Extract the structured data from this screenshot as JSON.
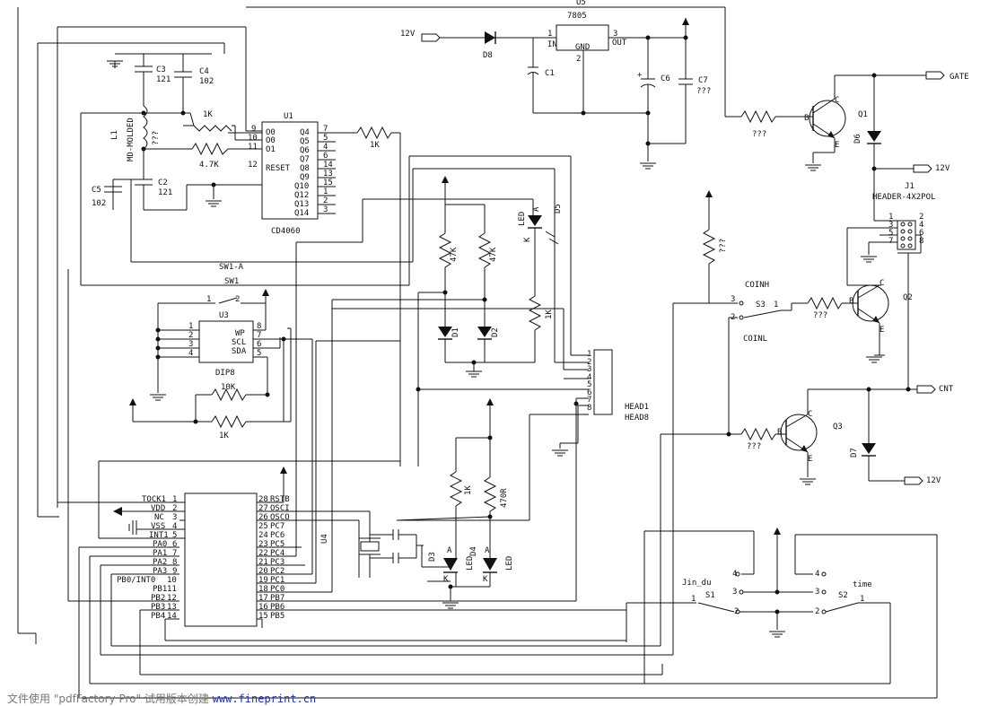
{
  "supply": {
    "v12_in": "12V",
    "reg_title": "7805",
    "reg_ref": "U5",
    "reg_in": "IN",
    "reg_gnd": "GND",
    "reg_out": "OUT",
    "reg_pin1": "1",
    "reg_pin2": "2",
    "reg_pin3": "3",
    "d8": "D8",
    "c1": "C1",
    "c6": "C6",
    "c7": "C7",
    "c7_val": "???"
  },
  "osc": {
    "c3": "C3",
    "c3_val": "121",
    "c4": "C4",
    "c4_val": "102",
    "c2": "C2",
    "c2_val": "121",
    "c5": "C5",
    "c5_val": "102",
    "l1": "L1",
    "l1_type": "MD-MOLDED",
    "l1_val": "???",
    "r1k": "1K",
    "r47k": "4.7K"
  },
  "u1": {
    "ref": "U1",
    "part": "CD4060",
    "pins_left": [
      "O0",
      "O0",
      "O1",
      "RESET"
    ],
    "pins_left_num": [
      "9",
      "10",
      "11",
      "12"
    ],
    "pins_right": [
      "Q4",
      "Q5",
      "Q6",
      "Q7",
      "Q8",
      "Q9",
      "Q10",
      "Q12",
      "Q13",
      "Q14"
    ],
    "pins_right_num": [
      "7",
      "5",
      "4",
      "6",
      "14",
      "13",
      "15",
      "1",
      "2",
      "3"
    ],
    "r_out": "1K"
  },
  "switches_labels": {
    "sw1a": "SW1-A",
    "sw1": "SW1"
  },
  "u3": {
    "ref": "U3",
    "part": "DIP8",
    "pins_left_num": [
      "1",
      "2",
      "3",
      "4"
    ],
    "pins_right": [
      "WP",
      "SCL",
      "SDA"
    ],
    "pins_right_num": [
      "8",
      "7",
      "6",
      "5"
    ],
    "sw_1": "1",
    "sw_2": "2",
    "r10k": "10K",
    "r1k": "1K"
  },
  "leds": {
    "d5": "D5",
    "led": "LED",
    "k": "K",
    "a": "A",
    "r47k_a": "47K",
    "r47k_b": "47K",
    "r1k": "1K",
    "d1": "D1",
    "d2": "D2"
  },
  "header": {
    "ref": "HEAD1",
    "part": "HEAD8",
    "pins": [
      "1",
      "2",
      "3",
      "4",
      "5",
      "6",
      "7",
      "8"
    ]
  },
  "j1": {
    "ref": "J1",
    "part": "HEADER-4X2POL",
    "pins_left": [
      "1",
      "3",
      "5",
      "7"
    ],
    "pins_right": [
      "2",
      "4",
      "6",
      "8"
    ]
  },
  "q1": {
    "ref": "Q1",
    "c": "C",
    "b": "B",
    "e": "E",
    "r": "???",
    "d6": "D6",
    "gate": "GATE",
    "v12": "12V"
  },
  "q2": {
    "ref": "Q2",
    "c": "C",
    "b": "B",
    "e": "E",
    "r": "???",
    "rpull": "???",
    "s3": "S3",
    "coinh": "COINH",
    "coinl": "COINL",
    "p1": "1",
    "p2": "2",
    "p3": "3"
  },
  "q3": {
    "ref": "Q3",
    "c": "C",
    "b": "B",
    "e": "E",
    "r": "???",
    "d7": "D7",
    "cnt": "CNT",
    "v12": "12V"
  },
  "u4": {
    "ref": "U4",
    "pins_left": [
      "TOCK1",
      "VDD",
      "NC",
      "VSS",
      "INT1",
      "PA0",
      "PA1",
      "PA2",
      "PA3",
      "PB0/INT0",
      "PB1",
      "PB2",
      "PB3",
      "PB4"
    ],
    "pins_left_num": [
      "1",
      "2",
      "3",
      "4",
      "5",
      "6",
      "7",
      "8",
      "9",
      "10",
      "11",
      "12",
      "13",
      "14"
    ],
    "pins_right_num": [
      "28",
      "27",
      "26",
      "25",
      "24",
      "23",
      "22",
      "21",
      "20",
      "19",
      "18",
      "17",
      "16",
      "15"
    ],
    "pins_right": [
      "RSTB",
      "OSCI",
      "OSCO",
      "PC7",
      "PC6",
      "PC5",
      "PC4",
      "PC3",
      "PC2",
      "PC1",
      "PC0",
      "PB7",
      "PB6",
      "PB5"
    ]
  },
  "out_leds": {
    "d3": "D3",
    "d4": "D4",
    "led": "LED",
    "k": "K",
    "a": "A",
    "r1k": "1K",
    "r470": "470R"
  },
  "s1": {
    "ref": "S1",
    "label": "Jin_du",
    "p1": "1",
    "p2": "2",
    "p3": "3",
    "p4": "4"
  },
  "s2": {
    "ref": "S2",
    "label": "time",
    "p1": "1",
    "p2": "2",
    "p3": "3",
    "p4": "4"
  },
  "watermark": {
    "prefix": "文件使用 \"pdfFactory Pro\" 试用版本创建 ",
    "url": "www.fineprint.cn"
  }
}
